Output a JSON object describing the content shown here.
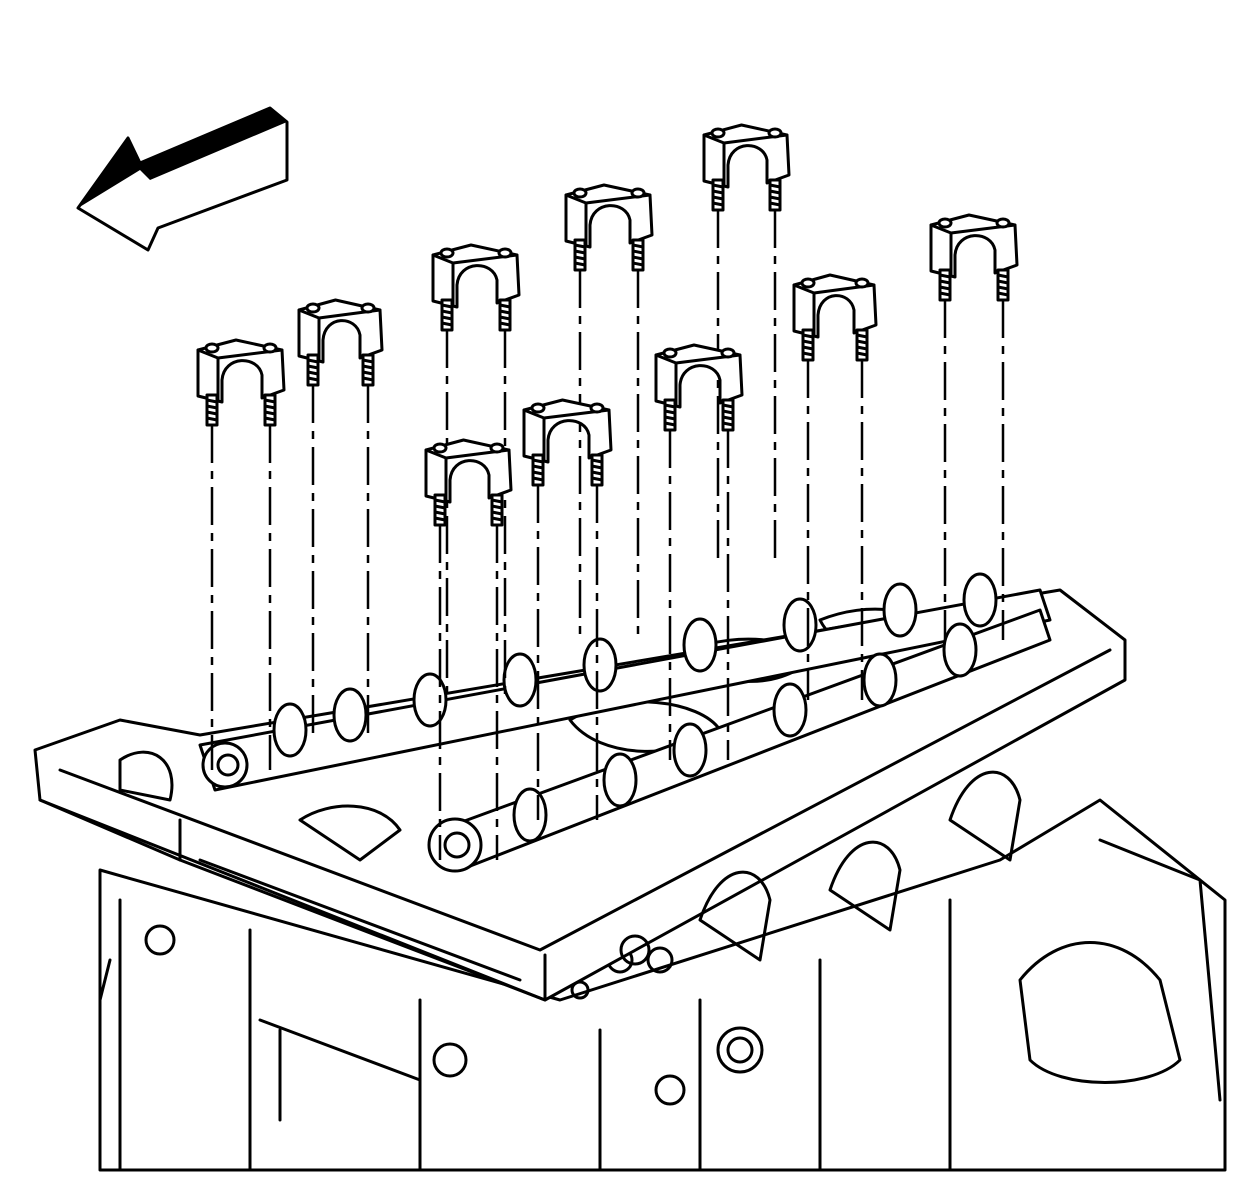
{
  "diagram": {
    "colors": {
      "line": "#000000",
      "background": "#ffffff"
    },
    "icons": [
      "direction-arrow",
      "bearing-cap",
      "cap-bolt",
      "cylinder-head",
      "camshaft",
      "engine-block"
    ]
  }
}
